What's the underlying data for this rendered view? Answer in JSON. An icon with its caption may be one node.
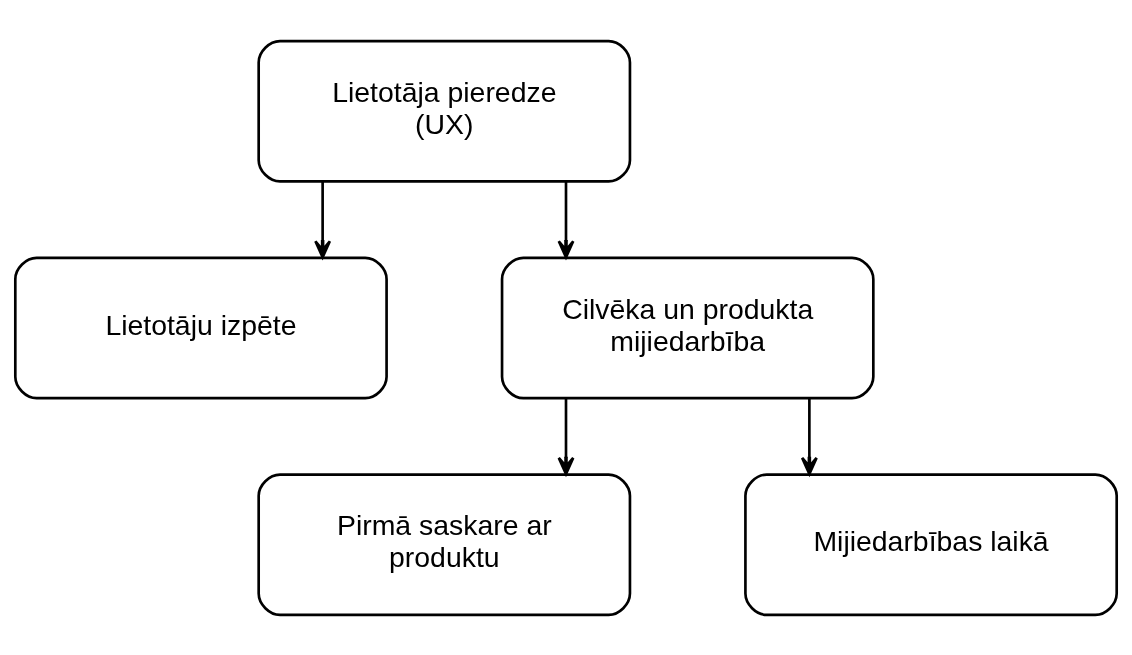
{
  "diagram": {
    "nodes": [
      {
        "text": [
          "Lietotāja pieredze (UX)"
        ]
      },
      {
        "text": [
          "Lietotāju izpēte"
        ]
      },
      {
        "text": [
          "Cilvēka un produkta mijiedarbība"
        ]
      },
      {
        "text": [
          "Pirmā saskare ar produktu"
        ]
      },
      {
        "text": [
          "Mijiedarbības laikā"
        ]
      }
    ],
    "edges": [
      {
        "from": 0,
        "to": 1,
        "arrow": "to"
      },
      {
        "from": 0,
        "to": 2,
        "arrow": "to"
      },
      {
        "from": 2,
        "to": 3,
        "arrow": "to"
      },
      {
        "from": 2,
        "to": 4,
        "arrow": "to"
      }
    ]
  }
}
